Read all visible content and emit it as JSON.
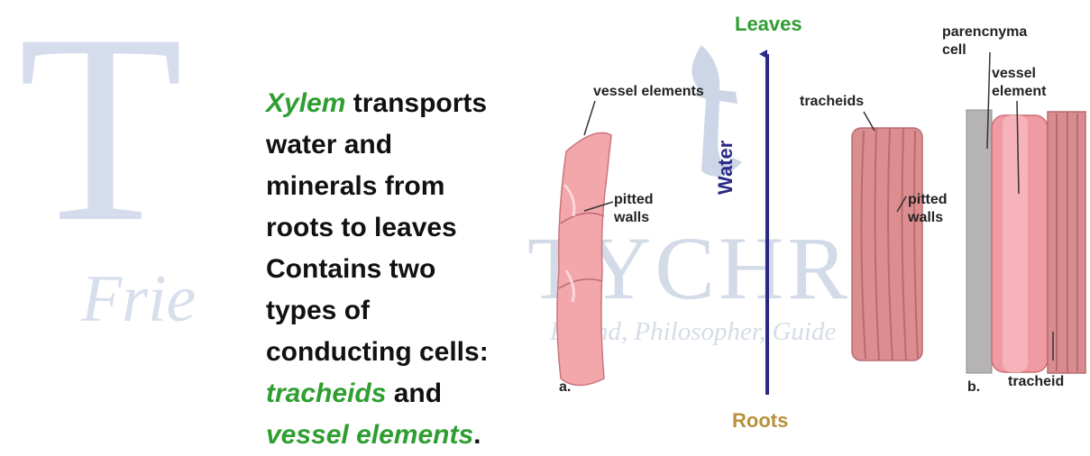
{
  "watermark": {
    "big_letter": "T",
    "fragment": "Frie",
    "brand": "TYCHR",
    "tagline": "Friend, Philosopher, Guide"
  },
  "main_text": {
    "line1_italic": "Xylem",
    "line1_rest": " transports",
    "line2": "water and",
    "line3": "minerals from",
    "line4": "roots to leaves",
    "line5": "Contains two",
    "line6": "types of",
    "line7": "conducting cells:",
    "line8_italic": "tracheids",
    "line8_rest": " and",
    "line9_italic": "vessel elements",
    "line9_rest": "."
  },
  "diagram": {
    "leaves": "Leaves",
    "roots": "Roots",
    "water": "Water",
    "vessel_elements": "vessel elements",
    "pitted": "pitted",
    "walls": "walls",
    "label_a": "a.",
    "tracheids": "tracheids",
    "parencnyma": "parencnyma",
    "cell": "cell",
    "vessel": "vessel",
    "element": "element",
    "label_b": "b.",
    "tracheid": "tracheid"
  },
  "colors": {
    "green_text": "#2e9e30",
    "arrow": "#2a2a86",
    "roots_text": "#b8913a",
    "vessel_fill": "#f3a7ab",
    "tracheid_fill": "#dc8d8f"
  }
}
